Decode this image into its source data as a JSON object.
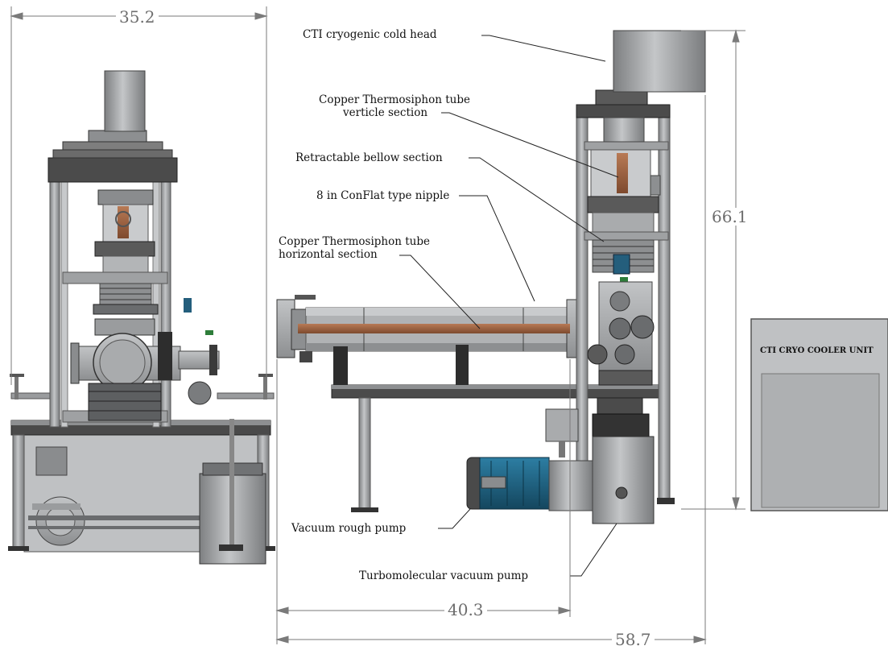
{
  "dimensions": {
    "width_left": "35.2",
    "height_right": "66.1",
    "length_mid": "40.3",
    "length_total": "58.7"
  },
  "labels": {
    "cold_head": "CTI cryogenic cold head",
    "vertical_tube_line1": "Copper Thermosiphon tube",
    "vertical_tube_line2": "verticle section",
    "bellow": "Retractable bellow section",
    "nipple": "8 in ConFlat type nipple",
    "horizontal_tube_line1": "Copper Thermosiphon tube",
    "horizontal_tube_line2": "horizontal section",
    "rough_pump": "Vacuum rough pump",
    "turbo_pump": "Turbomolecular vacuum pump"
  },
  "cryo_unit": {
    "title": "CTI CRYO COOLER UNIT"
  },
  "colors": {
    "frame": "#b9bbbd",
    "metal": "#a3a5a7",
    "dark": "#3b3b3b",
    "copper": "#a0623e",
    "motor": "#1f5f7e",
    "dim_line": "#7a7a7a"
  }
}
